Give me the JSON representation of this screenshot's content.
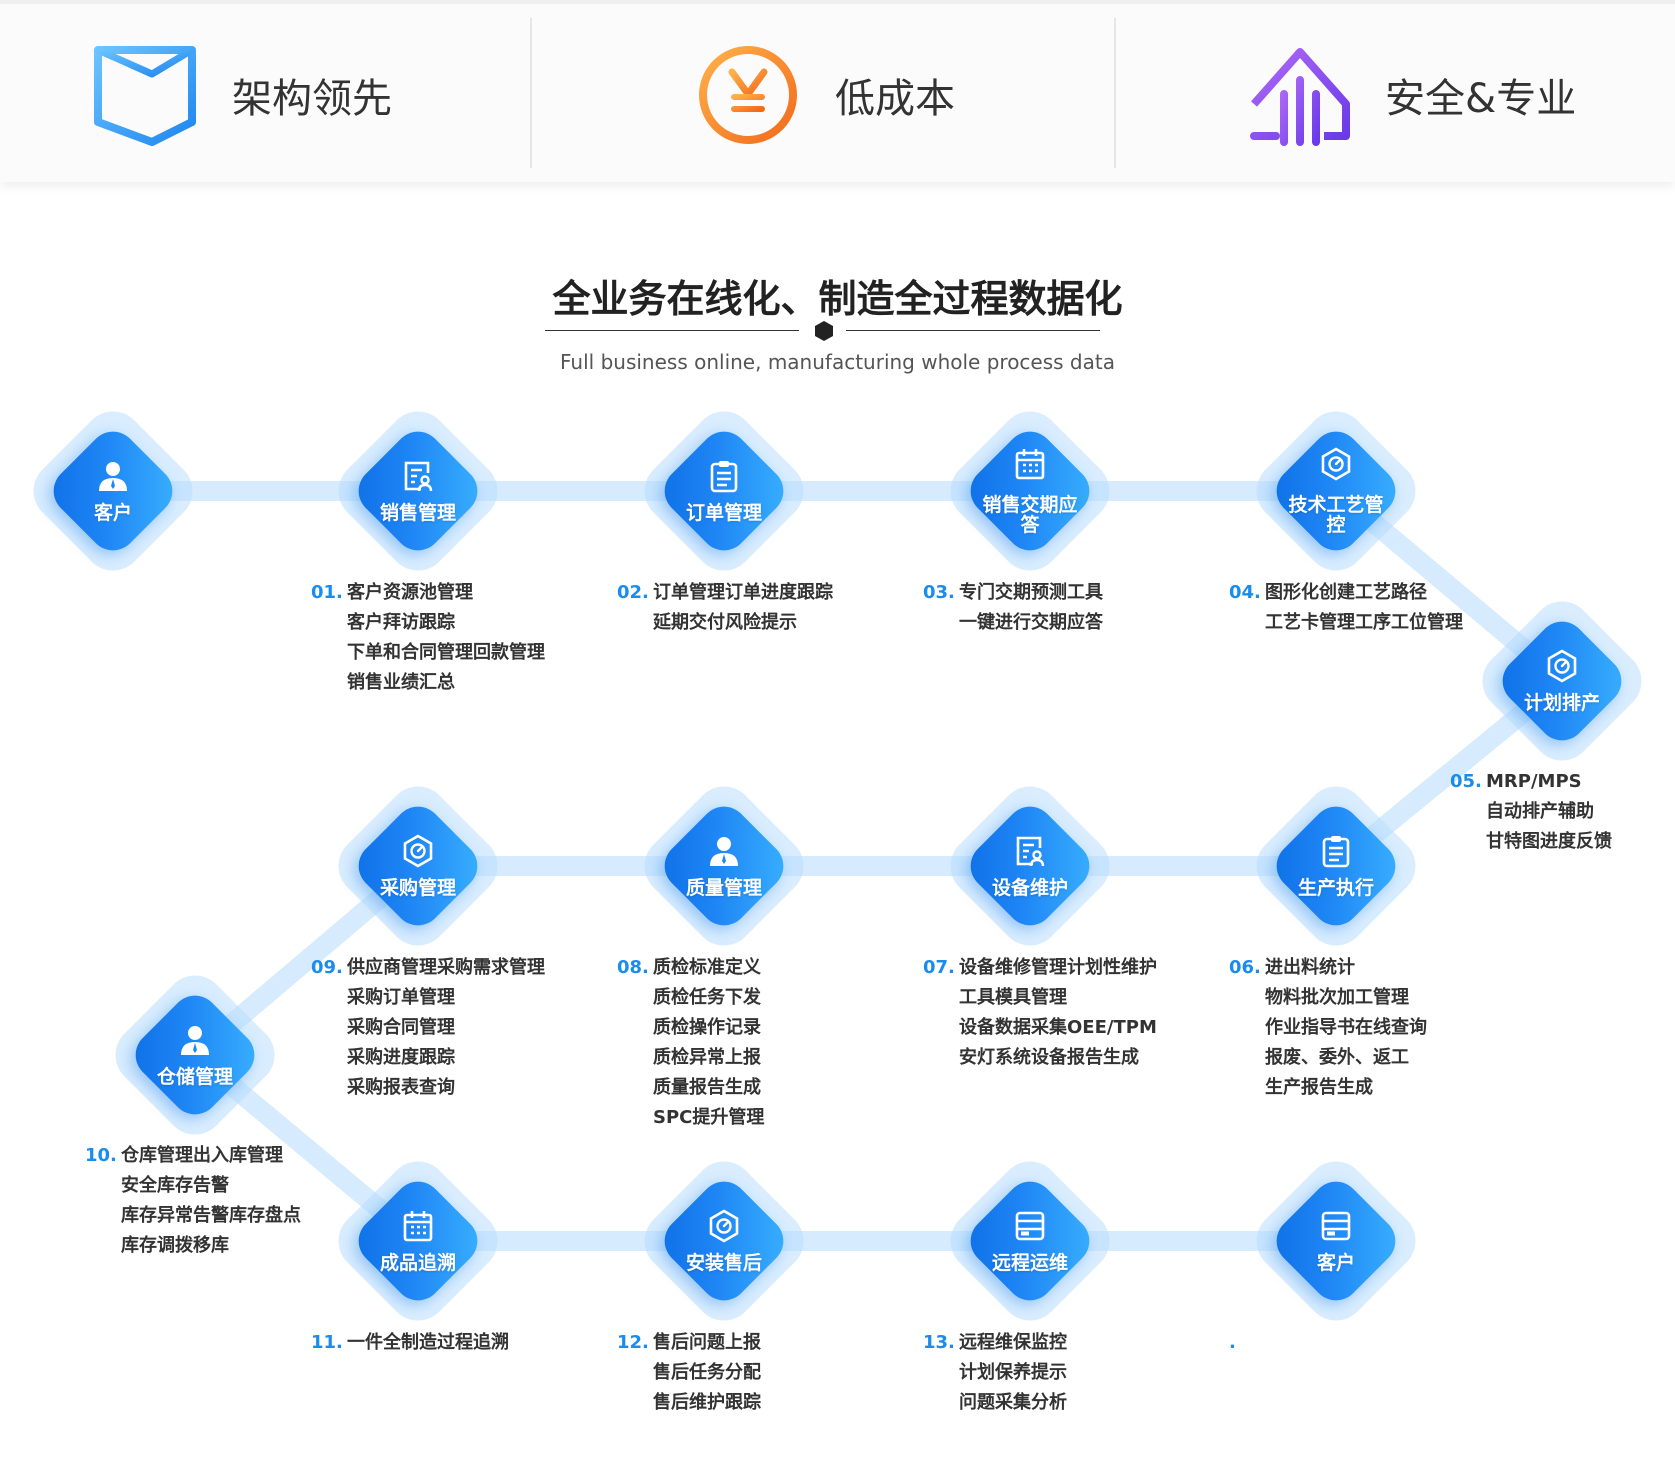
{
  "features": [
    {
      "label": "架构领先",
      "icon": "cube-icon",
      "color": "#2f9bf7"
    },
    {
      "label": "低成本",
      "icon": "yen-coin-icon",
      "color": "#f7862b"
    },
    {
      "label": "安全&专业",
      "icon": "shield-house-icon",
      "color": "#8a4cf0"
    }
  ],
  "header": {
    "title": "全业务在线化、制造全过程数据化",
    "subtitle": "Full business online, manufacturing whole process data"
  },
  "nodes": [
    {
      "id": "n0",
      "label": "客户",
      "icon": "user-icon"
    },
    {
      "id": "n1",
      "label": "销售管理",
      "icon": "form-user-icon"
    },
    {
      "id": "n2",
      "label": "订单管理",
      "icon": "clipboard-icon"
    },
    {
      "id": "n3",
      "label": "销售交期应答",
      "icon": "calendar-icon"
    },
    {
      "id": "n4",
      "label": "技术工艺管控",
      "icon": "gauge-hex-icon"
    },
    {
      "id": "n5",
      "label": "计划排产",
      "icon": "gauge-hex-icon"
    },
    {
      "id": "n6",
      "label": "生产执行",
      "icon": "clipboard-icon"
    },
    {
      "id": "n7",
      "label": "设备维护",
      "icon": "form-user-icon"
    },
    {
      "id": "n8",
      "label": "质量管理",
      "icon": "user-icon"
    },
    {
      "id": "n9",
      "label": "采购管理",
      "icon": "gauge-hex-icon"
    },
    {
      "id": "n10",
      "label": "仓储管理",
      "icon": "user-icon"
    },
    {
      "id": "n11",
      "label": "成品追溯",
      "icon": "calendar-icon"
    },
    {
      "id": "n12",
      "label": "安装售后",
      "icon": "gauge-hex-icon"
    },
    {
      "id": "n13",
      "label": "远程运维",
      "icon": "window-icon"
    },
    {
      "id": "n14",
      "label": "客户",
      "icon": "window-icon"
    }
  ],
  "descriptions": [
    {
      "num": "01.",
      "lines": [
        "客户资源池管理",
        "客户拜访跟踪",
        "下单和合同管理回款管理",
        "销售业绩汇总"
      ]
    },
    {
      "num": "02.",
      "lines": [
        "订单管理订单进度跟踪",
        "延期交付风险提示"
      ]
    },
    {
      "num": "03.",
      "lines": [
        "专门交期预测工具",
        "一键进行交期应答"
      ]
    },
    {
      "num": "04.",
      "lines": [
        "图形化创建工艺路径",
        "工艺卡管理工序工位管理"
      ]
    },
    {
      "num": "05.",
      "lines": [
        "MRP/MPS",
        "自动排产辅助",
        "甘特图进度反馈"
      ]
    },
    {
      "num": "06.",
      "lines": [
        "进出料统计",
        "物料批次加工管理",
        "作业指导书在线查询",
        "报废、委外、返工",
        "生产报告生成"
      ]
    },
    {
      "num": "07.",
      "lines": [
        "设备维修管理计划性维护",
        "工具模具管理",
        "设备数据采集OEE/TPM",
        "安灯系统设备报告生成"
      ]
    },
    {
      "num": "08.",
      "lines": [
        "质检标准定义",
        "质检任务下发",
        "质检操作记录",
        "质检异常上报",
        "质量报告生成",
        "SPC提升管理"
      ]
    },
    {
      "num": "09.",
      "lines": [
        "供应商管理采购需求管理",
        "采购订单管理",
        "采购合同管理",
        "采购进度跟踪",
        "采购报表查询"
      ]
    },
    {
      "num": "10.",
      "lines": [
        "仓库管理出入库管理",
        "安全库存告警",
        "库存异常告警库存盘点",
        "库存调拨移库"
      ]
    },
    {
      "num": "11.",
      "lines": [
        "一件全制造过程追溯"
      ]
    },
    {
      "num": "12.",
      "lines": [
        "售后问题上报",
        "售后任务分配",
        "售后维护跟踪"
      ]
    },
    {
      "num": "13.",
      "lines": [
        "远程维保监控",
        "计划保养提示",
        "问题采集分析"
      ]
    },
    {
      "num": ".",
      "lines": []
    }
  ],
  "colors": {
    "accent": "#1a8cf0",
    "connector": "#d6ebfd"
  }
}
